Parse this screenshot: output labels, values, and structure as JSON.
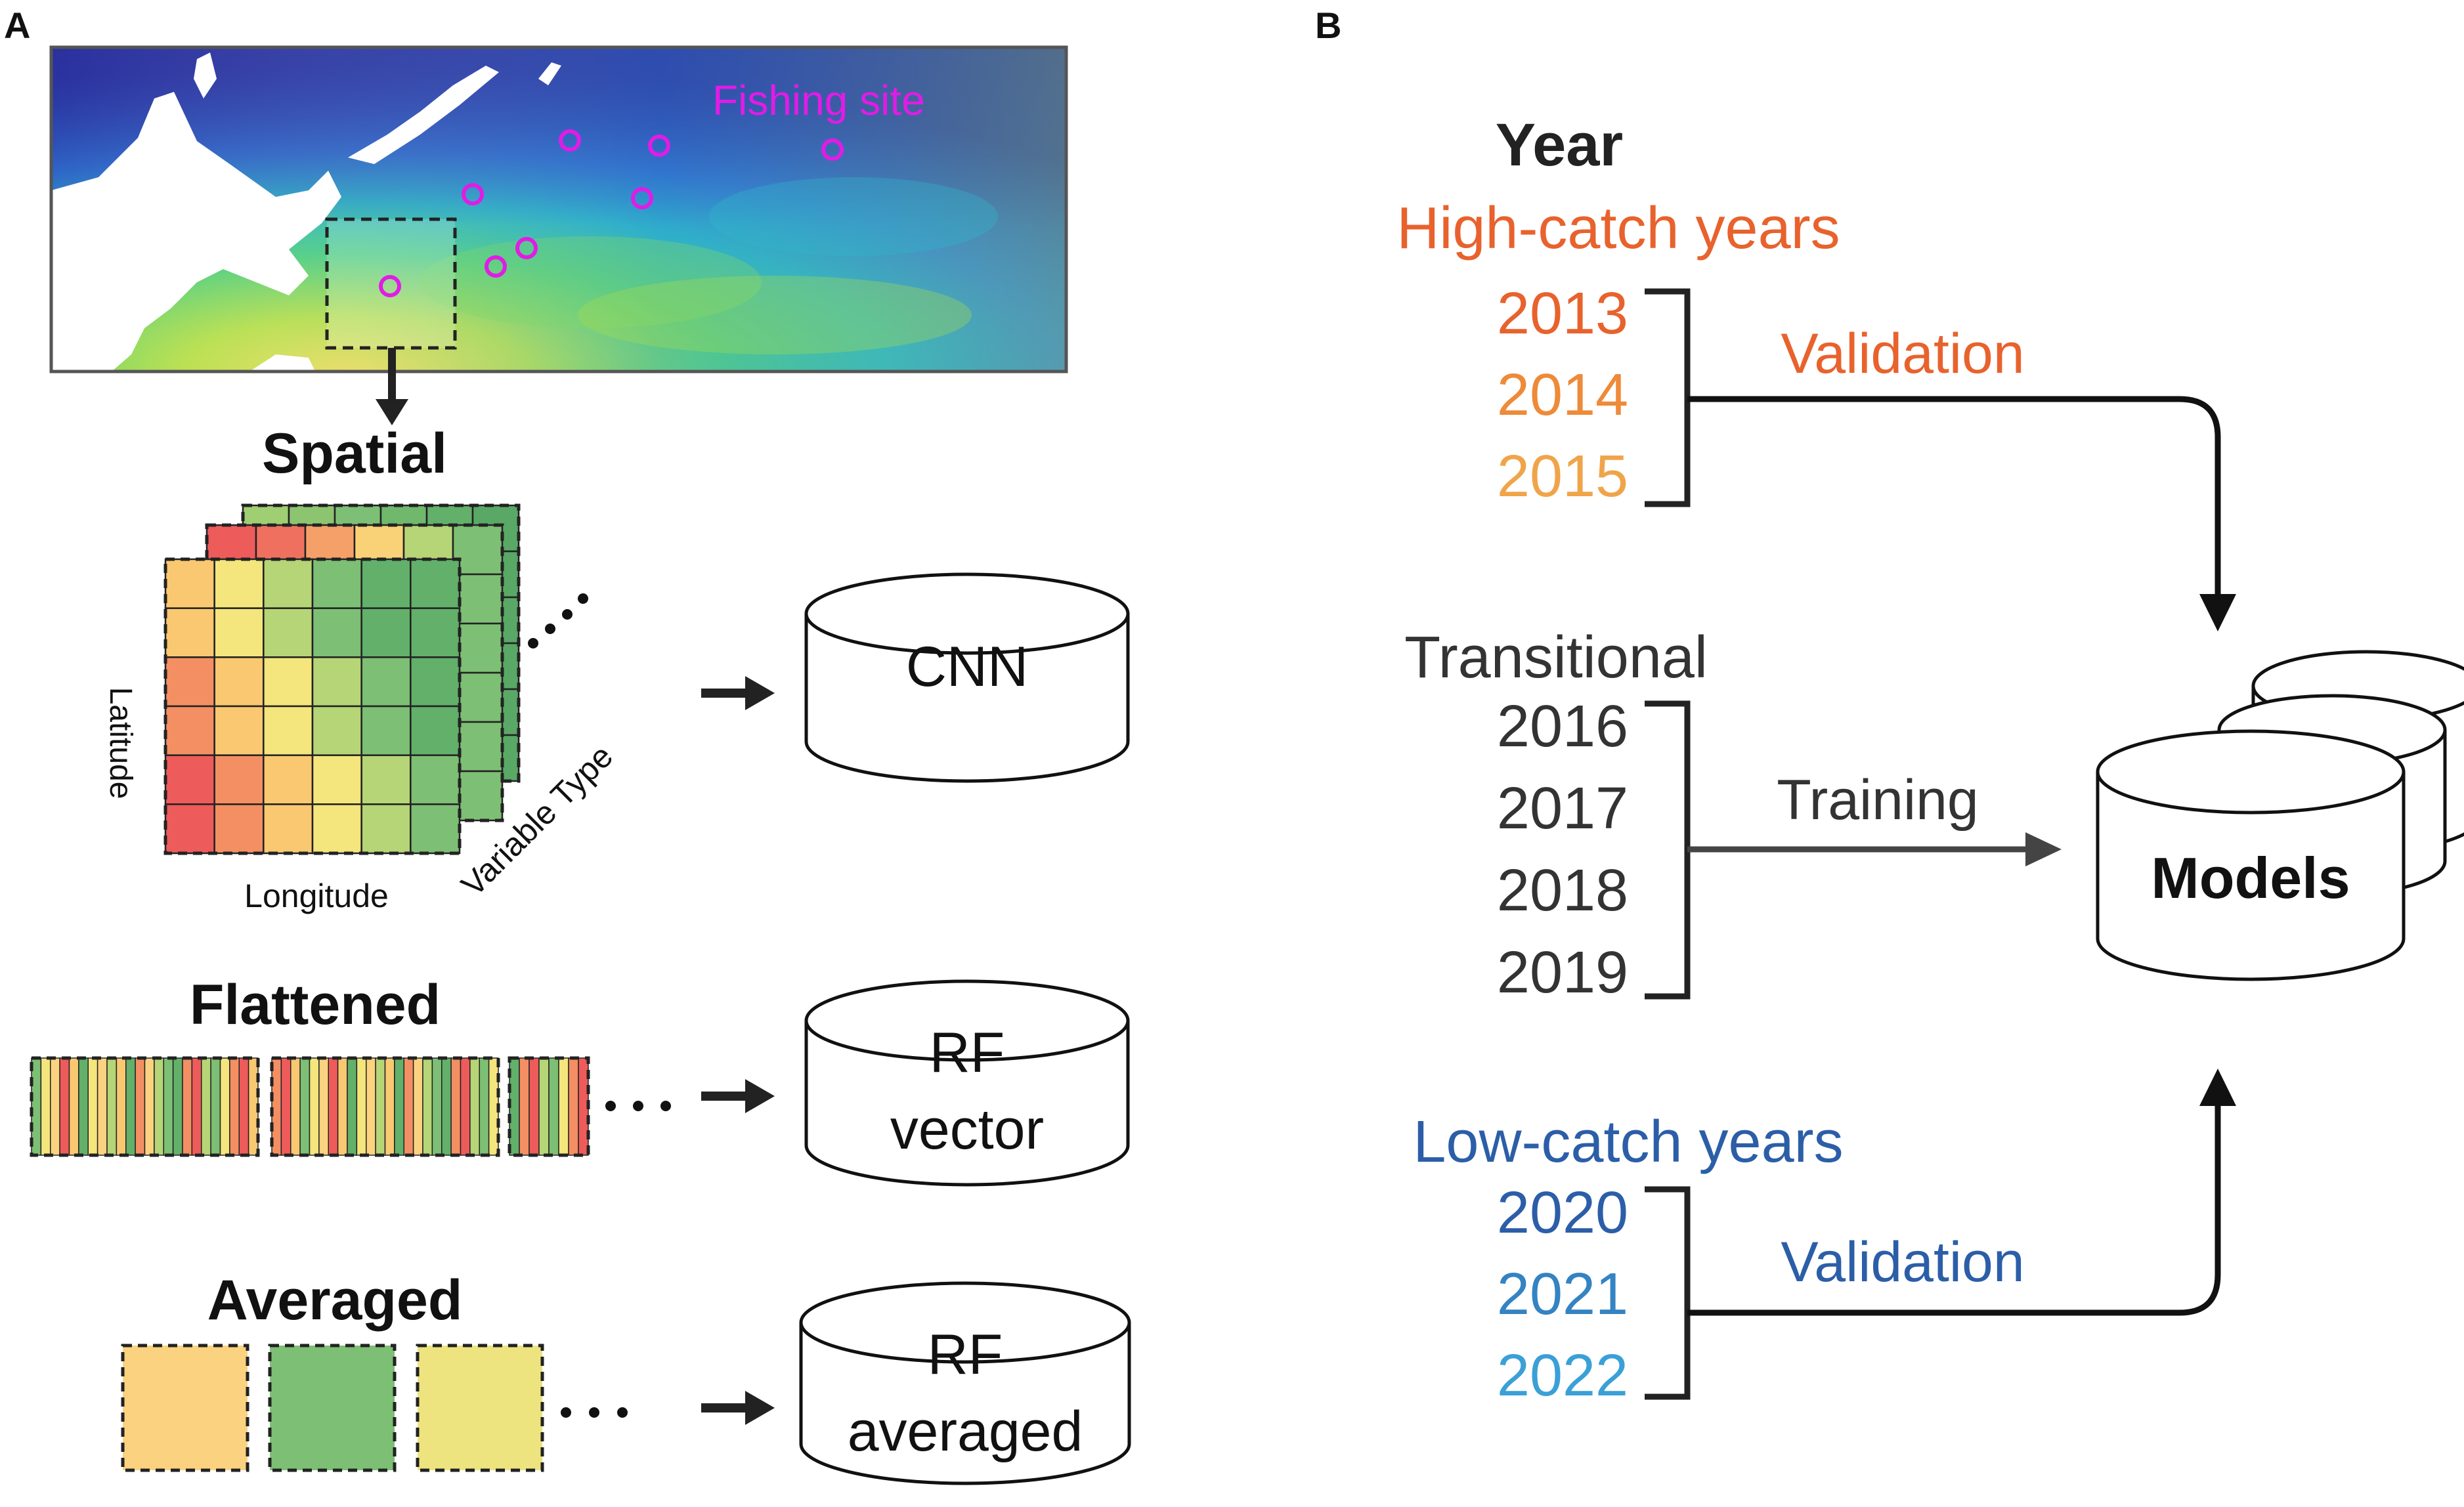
{
  "panel_a": {
    "label": "A",
    "map": {
      "annotation": "Fishing site",
      "annotation_color": "#e21be6",
      "site_count": 8
    },
    "spatial": {
      "title": "Spatial",
      "axis_latitude": "Latitude",
      "axis_longitude": "Longitude",
      "axis_variable": "Variable Type",
      "model_label": "CNN"
    },
    "flattened": {
      "title": "Flattened",
      "model_line1": "RF",
      "model_line2": "vector"
    },
    "averaged": {
      "title": "Averaged",
      "model_line1": "RF",
      "model_line2": "averaged",
      "swatch_colors": [
        "#fbd27f",
        "#7dbf74",
        "#ede480"
      ]
    }
  },
  "panel_b": {
    "label": "B",
    "year_heading": "Year",
    "high": {
      "heading": "High-catch years",
      "heading_color": "#e8622d",
      "years": [
        "2013",
        "2014",
        "2015"
      ],
      "year_colors": [
        "#e8622d",
        "#ee8a38",
        "#f0a44a"
      ],
      "arrow_label": "Validation"
    },
    "transitional": {
      "heading": "Transitional",
      "years": [
        "2016",
        "2017",
        "2018",
        "2019"
      ],
      "arrow_label": "Training"
    },
    "low": {
      "heading": "Low-catch years",
      "heading_color": "#2c5ea8",
      "years": [
        "2020",
        "2021",
        "2022"
      ],
      "year_colors": [
        "#2c5ea8",
        "#3483c2",
        "#3aa0d6"
      ],
      "arrow_label": "Validation"
    },
    "models_label": "Models"
  }
}
